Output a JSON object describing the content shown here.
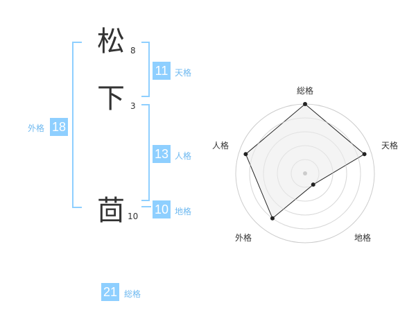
{
  "name": {
    "chars": [
      {
        "char": "松",
        "strokes": "8"
      },
      {
        "char": "下",
        "strokes": "3"
      },
      {
        "char": "茴",
        "strokes": "10"
      }
    ]
  },
  "fortune": {
    "tenkaku": {
      "value": "11",
      "label": "天格"
    },
    "jinkaku": {
      "value": "13",
      "label": "人格"
    },
    "chikaku": {
      "value": "10",
      "label": "地格"
    },
    "gaikaku": {
      "value": "18",
      "label": "外格"
    },
    "soukaku": {
      "value": "21",
      "label": "総格"
    }
  },
  "colors": {
    "accent": "#8ecfff",
    "label": "#6fb9f0",
    "text": "#333333",
    "radar_fill": "#f2f2f2",
    "radar_grid": "#d9d9d9"
  },
  "chart_data": {
    "type": "radar",
    "axes": [
      "総格",
      "天格",
      "地格",
      "外格",
      "人格"
    ],
    "levels": 5,
    "range": [
      0,
      5
    ],
    "values": [
      5,
      4.5,
      1,
      4,
      4.5
    ]
  }
}
